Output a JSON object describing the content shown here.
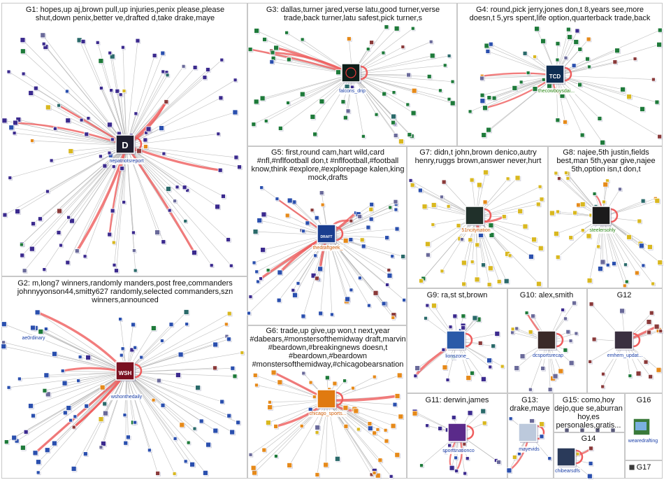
{
  "groups": [
    {
      "id": "G1",
      "text": "G1: hopes,up  aj,brown  pull,up  injuries,penix  please,please\nshut,down  penix,better  ve,drafted  d,take  drake,maye",
      "hub_label": "nepatriotsreport",
      "hub_icon": "D",
      "hub_color": "#1d1d2e",
      "label_style": "blue",
      "edge_count": 120
    },
    {
      "id": "G2",
      "text": "G2: m,long7  winners,randomly  manders,post  free,commanders\njohnnyyonson44,smitty627  randomly,selected  commanders,szn\nwinners,announced",
      "hub_label": "wshonthedaily",
      "hub_icon": "WSH",
      "hub_color": "#7a1020",
      "label_style": "blue",
      "edge_count": 95
    },
    {
      "id": "G3",
      "text": "G3: dallas,turner  jared,verse  latu,good  turner,verse\ntrade,back  turner,latu  safest,pick  turner,s",
      "hub_label": "falcons_drip",
      "hub_icon": "",
      "hub_color": "#0d1f1a",
      "label_style": "blue",
      "edge_count": 60
    },
    {
      "id": "G4",
      "text": "G4: round,pick  jerry,jones  don,t  8,years  see,more\ndoesn,t  5,yrs  spent,life  option,quarterback  trade,back",
      "hub_label": "thecowboysdai...",
      "hub_icon": "TCD",
      "hub_color": "#0e2d52",
      "label_style": "green",
      "edge_count": 55
    },
    {
      "id": "G5",
      "text": "G5: first,round  cam,hart  wild,card\n#nfl,#nflfootball  don,t  #nflfootball,#football\nknow,think  #explore,#explorepage  kalen,king\nmock,drafts",
      "hub_label": "thedraftgeek_",
      "hub_icon": "DRAFT",
      "hub_color": "#1a3e8f",
      "label_style": "blue",
      "edge_count": 70
    },
    {
      "id": "G6",
      "text": "G6: trade,up  give,up  won,t  next,year\n#dabears,#monstersofthemidway  draft,marvin\n#beardown,#breakingnews  doesn,t\n#beardown,#beardown\n#monstersofthemidway,#chicagobearsnation",
      "hub_label": "chicago_sports...",
      "hub_icon": "",
      "hub_color": "#e07a10",
      "label_style": "orange",
      "edge_count": 55
    },
    {
      "id": "G7",
      "text": "G7: didn,t  john,brown  denico,autry\nhenry,ruggs  brown,answer  never,hurt",
      "hub_label": "51ncitynation",
      "hub_icon": "",
      "hub_color": "#20302a",
      "label_style": "orange",
      "edge_count": 50
    },
    {
      "id": "G8",
      "text": "G8: najee,5th  justin,fields\nbest,man  5th,year  give,najee\n5th,option  isn,t  don,t",
      "hub_label": "steelersohly",
      "hub_icon": "",
      "hub_color": "#1b1b1b",
      "label_style": "green",
      "edge_count": 45
    },
    {
      "id": "G9",
      "text": "G9: ra,st  st,brown",
      "hub_label": "lionszone_",
      "hub_icon": "",
      "hub_color": "#2a5aa8",
      "label_style": "blue",
      "edge_count": 28
    },
    {
      "id": "G10",
      "text": "G10: alex,smith",
      "hub_label": "dcsportsrecap",
      "hub_icon": "",
      "hub_color": "#3a2a28",
      "label_style": "blue",
      "edge_count": 25
    },
    {
      "id": "G11",
      "text": "G11: derwin,james",
      "hub_label": "sportsnationco",
      "hub_icon": "",
      "hub_color": "#5a2a8a",
      "label_style": "blue",
      "edge_count": 22
    },
    {
      "id": "G12",
      "text": "G12",
      "hub_label": "emhem_updat...",
      "hub_icon": "",
      "hub_color": "#3a3040",
      "label_style": "blue",
      "edge_count": 18
    },
    {
      "id": "G13",
      "text": "G13:\ndrake,maye",
      "hub_label": "mayevids",
      "hub_icon": "",
      "hub_color": "#bcc9dc",
      "label_style": "blue",
      "edge_count": 8
    },
    {
      "id": "G14",
      "text": "G14",
      "hub_label": "chibearsdfs",
      "hub_icon": "",
      "hub_color": "#2a3a5a",
      "label_style": "blue",
      "edge_count": 4
    },
    {
      "id": "G15",
      "text": "G15: como,hoy\ndejo,que  se,aburran\nhoy,es\npersonales,gratis...",
      "hub_label": "",
      "hub_icon": "",
      "hub_color": "#ffffff",
      "label_style": "blue",
      "edge_count": 0
    },
    {
      "id": "G16",
      "text": "G16",
      "hub_label": "wearedrafting",
      "hub_icon": "",
      "hub_color": "#3a7a3a",
      "label_style": "blue",
      "edge_count": 0
    },
    {
      "id": "G17",
      "text": "G17",
      "hub_label": "",
      "hub_icon": "",
      "hub_color": "#ffffff",
      "label_style": "blue",
      "edge_count": 0
    }
  ],
  "extra_labels": [
    {
      "text": "ae0rdinary",
      "group": "G2"
    }
  ],
  "colors": {
    "edge_gray": "#a8a8a8",
    "edge_red": "#ef5d5d",
    "panel_border": "#c8c8c8",
    "node_purple": "#3b2a8e",
    "node_green": "#1e7a3a",
    "node_orange": "#e68a1a",
    "node_yellow": "#d9b820",
    "node_blue": "#2a4fae"
  }
}
